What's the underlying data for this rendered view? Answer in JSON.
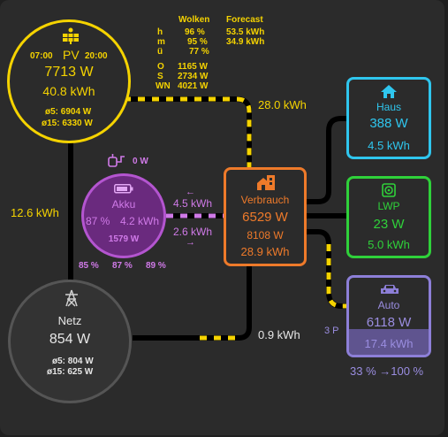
{
  "header": {
    "wolken_label": "Wolken",
    "forecast_label": "Forecast",
    "rows": [
      {
        "k": "h",
        "w": "96 %",
        "f": "53.5 kWh"
      },
      {
        "k": "m",
        "w": "95 %",
        "f": "34.9 kWh"
      },
      {
        "k": "ü",
        "w": "77 %",
        "f": ""
      }
    ],
    "o_label": "O",
    "o_val": "1165 W",
    "s_label": "S",
    "s_val": "2734 W",
    "wn_label": "WN",
    "wn_val": "4021 W"
  },
  "pv": {
    "time_start": "07:00",
    "label": "PV",
    "time_end": "20:00",
    "power": "7713 W",
    "energy": "40.8 kWh",
    "avg5": "ø5: 6904 W",
    "avg15": "ø15: 6330 W",
    "icon": "solar-panel-icon"
  },
  "akku": {
    "plug_value": "0 W",
    "label": "Akku",
    "soc": "87 %",
    "energy": "4.2 kWh",
    "power": "1579 W",
    "cells": [
      "85 %",
      "87 %",
      "89 %"
    ],
    "icon": "battery-icon"
  },
  "netz": {
    "label": "Netz",
    "power": "854 W",
    "avg5": "ø5: 804 W",
    "avg15": "ø15: 625 W",
    "icon": "power-tower-icon"
  },
  "verbrauch": {
    "label": "Verbrauch",
    "power": "6529 W",
    "power2": "8108 W",
    "energy": "28.9 kWh",
    "icon": "home-city-icon"
  },
  "haus": {
    "label": "Haus",
    "power": "388 W",
    "energy": "4.5 kWh",
    "icon": "house-icon"
  },
  "lwp": {
    "label": "LWP",
    "power": "23 W",
    "energy": "5.0 kWh",
    "icon": "heat-pump-icon"
  },
  "auto": {
    "label": "Auto",
    "power": "6118 W",
    "energy": "17.4 kWh",
    "phases": "3 P",
    "soc": "33 % →100 %",
    "icon": "car-icon"
  },
  "flows": {
    "pv_to_verbrauch": "28.0 kWh",
    "pv_netz": "12.6 kWh",
    "akku_out": "4.5 kWh",
    "akku_in": "2.6 kWh",
    "netz_to_verbrauch": "0.9 kWh",
    "arrow_left": "←",
    "arrow_right": "→"
  },
  "colors": {
    "solar": "#f5d300",
    "battery": "#b455d0",
    "grid": "#777777",
    "consumer": "#ee7a2a",
    "haus": "#2fc6ee",
    "lwp": "#2fd13a",
    "auto": "#8d7fd8"
  }
}
